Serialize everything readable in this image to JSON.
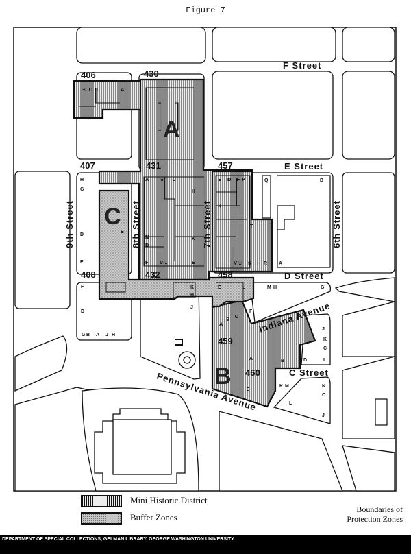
{
  "figure_title": "Figure 7",
  "streets": {
    "f": "F Street",
    "e": "E Street",
    "d": "D Street",
    "c": "C Street",
    "ninth": "9th Street",
    "eighth": "8th Street",
    "seventh": "7th Street",
    "sixth": "6th Street",
    "pennsylvania": "Pennsylvania Avenue",
    "indiana": "Indiana Avenue"
  },
  "squares": [
    "406",
    "430",
    "407",
    "431",
    "457",
    "408",
    "432",
    "458",
    "459",
    "460"
  ],
  "zones": [
    "A",
    "B",
    "C"
  ],
  "lots": {
    "sq406": [
      "B",
      "C",
      "D",
      "A"
    ],
    "sq407": [
      "H",
      "G",
      "D",
      "E",
      "E",
      "E"
    ],
    "sq431": [
      "A",
      "B",
      "C",
      "H",
      "N",
      "D",
      "F",
      "M",
      "L",
      "K",
      "E"
    ],
    "sq457": [
      "E",
      "D",
      "F",
      "P",
      "K",
      "T",
      "V",
      "U",
      "S",
      "H",
      "R"
    ],
    "sqE": [
      "Q",
      "B",
      "A"
    ],
    "sq408": [
      "F",
      "D",
      "G",
      "B",
      "A",
      "J",
      "H"
    ],
    "sq432": [
      "K",
      "H",
      "J"
    ],
    "sq458": [
      "E",
      "L",
      "M",
      "H",
      "G",
      "F"
    ],
    "sq459": [
      "A",
      "B",
      "C",
      "A",
      "B"
    ],
    "sq460": [
      "J",
      "K",
      "C",
      "L",
      "D",
      "F",
      "E"
    ],
    "sqC": [
      "K",
      "M",
      "N",
      "O",
      "L",
      "J"
    ]
  },
  "legend": {
    "mini_historic": "Mini Historic District",
    "buffer": "Buffer Zones",
    "caption_line1": "Boundaries of",
    "caption_line2": "Protection Zones"
  },
  "footer": "DEPARTMENT OF SPECIAL COLLECTIONS, GELMAN LIBRARY, GEORGE WASHINGTON UNIVERSITY"
}
